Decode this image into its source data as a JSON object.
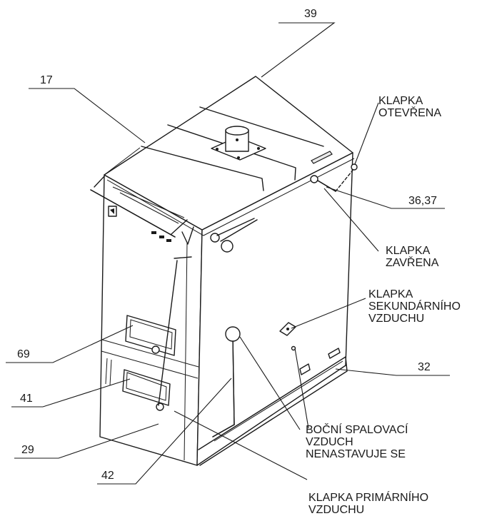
{
  "callouts": {
    "n39": "39",
    "n17": "17",
    "n36_37": "36,37",
    "n32": "32",
    "n69": "69",
    "n41": "41",
    "n29": "29",
    "n42": "42"
  },
  "labels": {
    "klapka_otevrena": "KLAPKA\nOTEVŘENA",
    "klapka_zavrena": "KLAPKA\nZAVŘENA",
    "klapka_sekundarniho": "KLAPKA\nSEKUNDÁRNÍHO\nVZDUCHU",
    "bocni_spalovaci": "BOČNÍ SPALOVACÍ\nVZDUCH\nNENASTAVUJE SE",
    "klapka_primarniho": "KLAPKA PRIMÁRNÍHO\nVZDUCHU"
  }
}
